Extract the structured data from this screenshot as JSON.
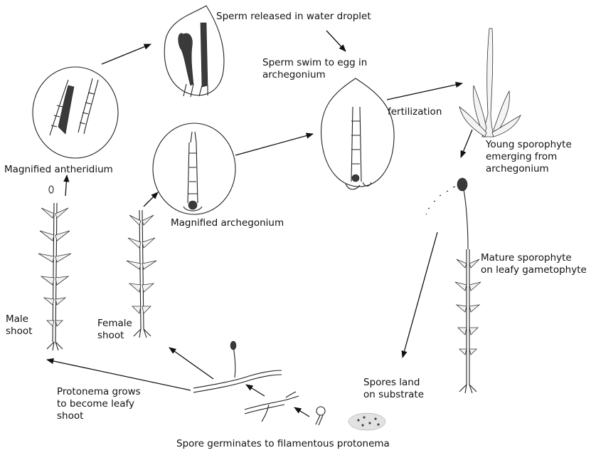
{
  "labels": {
    "sperm_released": "Sperm released in water droplet",
    "sperm_swim": "Sperm swim to egg in\narchegonium",
    "fertilization": "fertilization",
    "young_sporophyte": "Young sporophyte\nemerging from\narchegonium",
    "magnified_antheridium": "Magnified antheridium",
    "magnified_archegonium": "Magnified archegonium",
    "mature_sporophyte": "Mature sporophyte\non leafy gametophyte",
    "male_shoot": "Male\nshoot",
    "female_shoot": "Female\nshoot",
    "spores_land": "Spores  land\non substrate",
    "protonema_grows": "Protonema grows\nto become leafy\nshoot",
    "spore_germinates": "Spore germinates to filamentous protonema"
  }
}
